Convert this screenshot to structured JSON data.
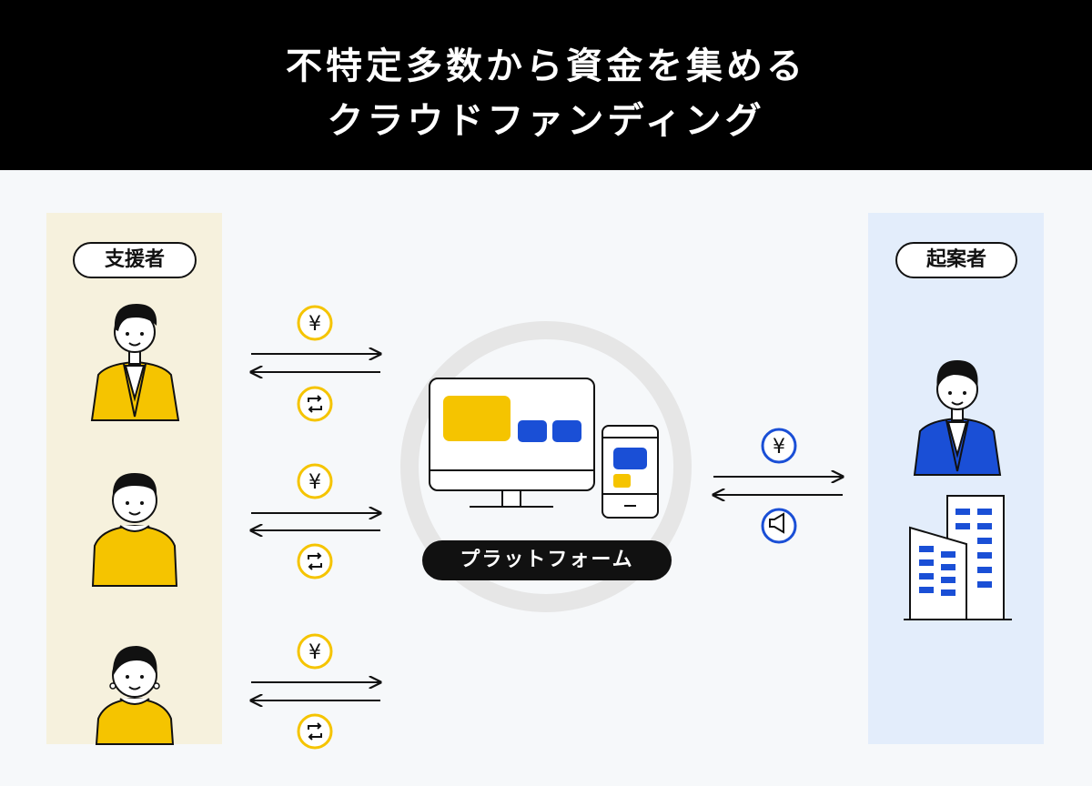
{
  "header": {
    "title_line1": "不特定多数から資金を集める",
    "title_line2": "クラウドファンディング"
  },
  "left_label": "支援者",
  "right_label": "起案者",
  "platform_label": "プラットフォーム",
  "yen_symbol": "¥",
  "colors": {
    "yellow": "#f5c400",
    "blue": "#1a4fd6",
    "black": "#111111"
  }
}
